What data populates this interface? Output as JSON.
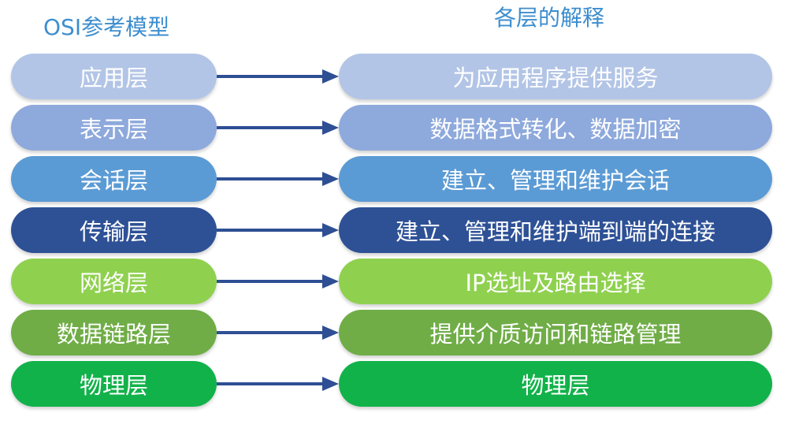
{
  "headers": {
    "left": "OSI参考模型",
    "right": "各层的解释"
  },
  "arrow_color": "#2e4f94",
  "layers": [
    {
      "name": "应用层",
      "description": "为应用程序提供服务",
      "color": "#b3c5e6",
      "text_color": "#ffffff"
    },
    {
      "name": "表示层",
      "description": "数据格式转化、数据加密",
      "color": "#8ea9dc",
      "text_color": "#ffffff"
    },
    {
      "name": "会话层",
      "description": "建立、管理和维护会话",
      "color": "#5b9bd5",
      "text_color": "#ffffff"
    },
    {
      "name": "传输层",
      "description": "建立、管理和维护端到端的连接",
      "color": "#2e5196",
      "text_color": "#ffffff"
    },
    {
      "name": "网络层",
      "description": "IP选址及路由选择",
      "color": "#8fd14f",
      "text_color": "#ffffff"
    },
    {
      "name": "数据链路层",
      "description": "提供介质访问和链路管理",
      "color": "#70ad47",
      "text_color": "#ffffff"
    },
    {
      "name": "物理层",
      "description": "物理层",
      "color": "#12b24a",
      "text_color": "#ffffff"
    }
  ]
}
